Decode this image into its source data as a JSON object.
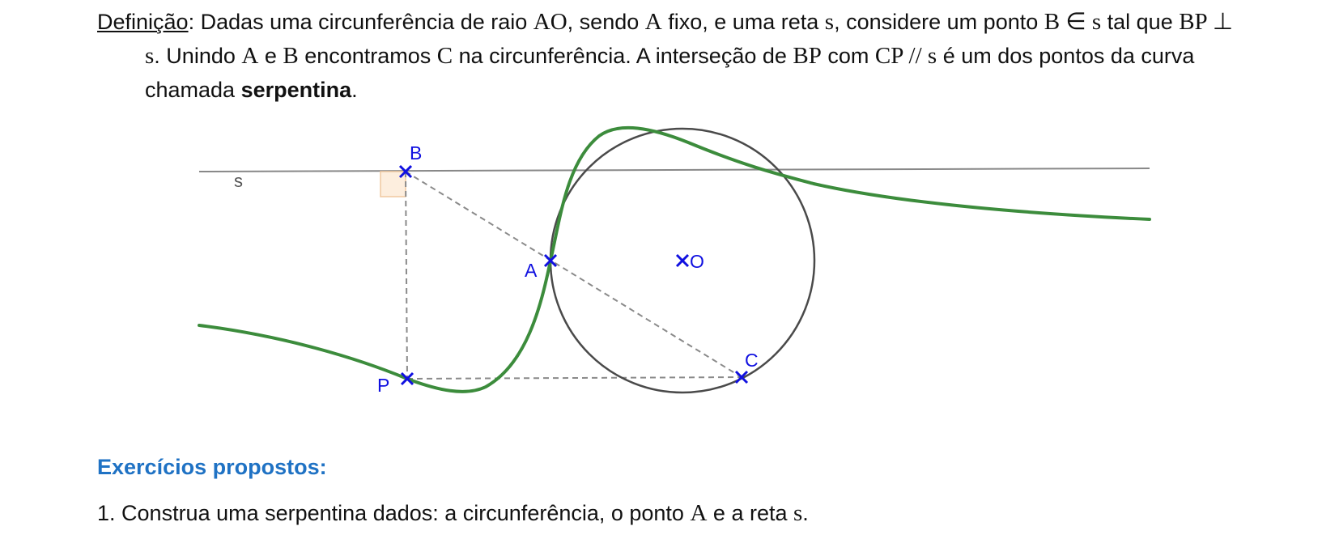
{
  "definition": {
    "term": "Definição",
    "t1": ": Dadas uma circunferência de raio ",
    "radius_name": "AO",
    "t2": ", sendo ",
    "fixed_point": "A",
    "t3": " fixo, e uma reta ",
    "line_name": "s",
    "t4": ", considere um ponto ",
    "membership": "B ∈ s",
    "t5": " tal que ",
    "perp": "BP ⊥ s",
    "t6": ". Unindo ",
    "a": "A",
    "t7": " e ",
    "b": "B",
    "t8": " encontramos ",
    "c": "C",
    "t9": " na circunferência. A interseção de ",
    "bp": "BP",
    "t10": " com ",
    "parallel": "CP // s",
    "t11": " é um dos pontos da curva chamada ",
    "curve_name": "serpentina",
    "t12": "."
  },
  "figure": {
    "labels": {
      "s": "s",
      "B": "B",
      "A": "A",
      "O": "O",
      "C": "C",
      "P": "P"
    },
    "colors": {
      "curve": "#3c8c3c",
      "circle": "#4a4a4a",
      "line": "#888888",
      "point": "#1010e0",
      "dashed": "#8a8a8a",
      "right_angle": "#f0c8a0"
    }
  },
  "section": {
    "title": "Exercícios propostos:"
  },
  "exercises": [
    {
      "number": "1.",
      "t1": " Construa uma serpentina dados: a circunferência, o ponto ",
      "point": "A",
      "t2": " e a reta ",
      "line": "s",
      "t3": "."
    }
  ]
}
